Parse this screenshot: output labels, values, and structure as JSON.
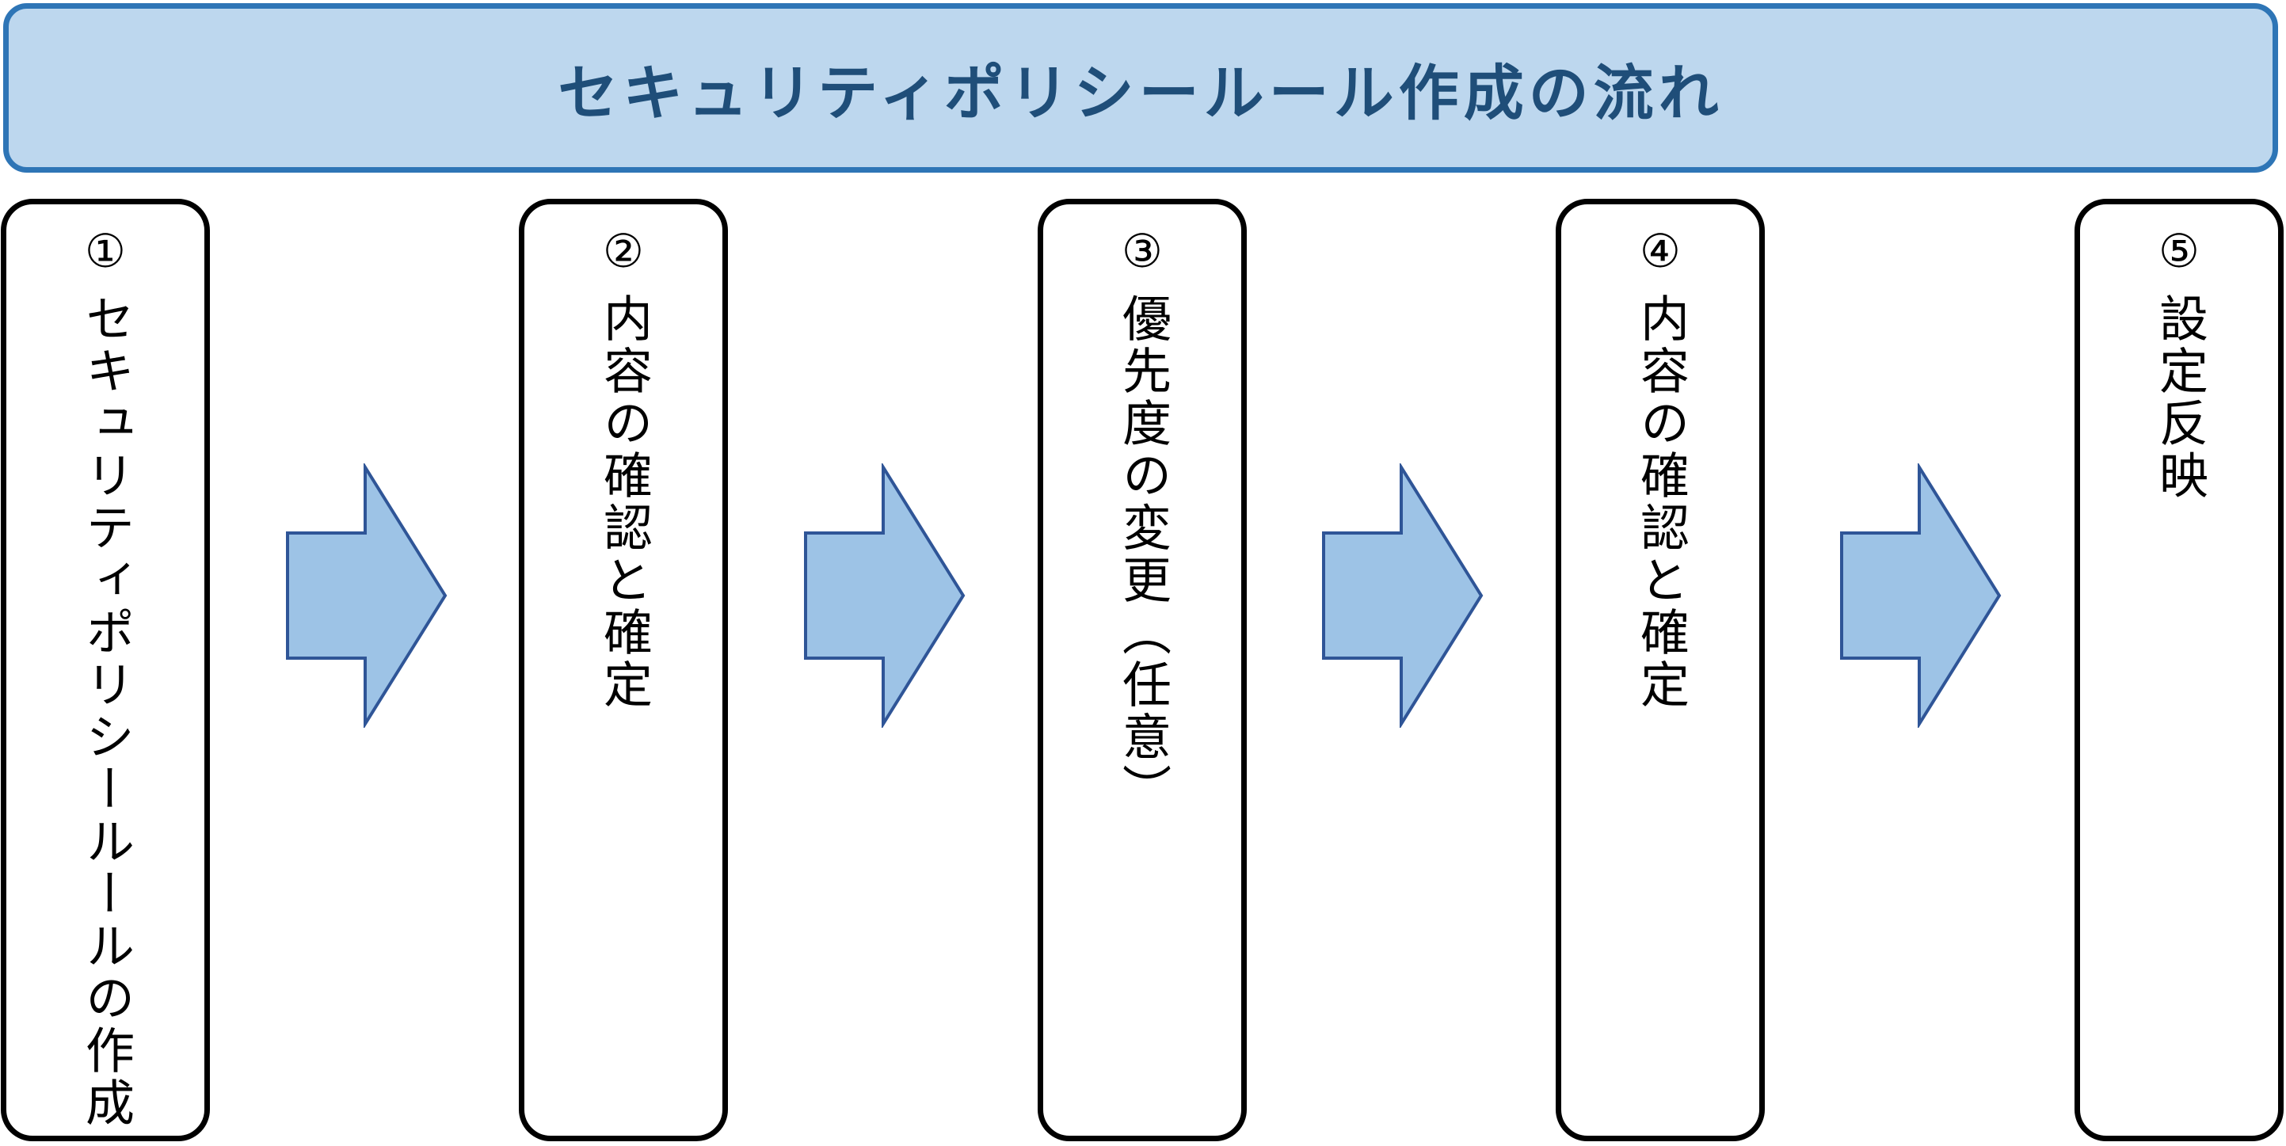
{
  "header": {
    "title": "セキュリティポリシールール作成の流れ"
  },
  "steps": [
    {
      "number": "①",
      "label": "セキュリティポリシールールの作成"
    },
    {
      "number": "②",
      "label": "内容の確認と確定"
    },
    {
      "number": "③",
      "label": "優先度の変更（任意）"
    },
    {
      "number": "④",
      "label": "内容の確認と確定"
    },
    {
      "number": "⑤",
      "label": "設定反映"
    }
  ],
  "colors": {
    "header_fill": "#bdd7ee",
    "header_border": "#2e75b6",
    "header_text": "#1f4e79",
    "arrow_fill": "#9dc3e6",
    "arrow_border": "#2f5597",
    "step_border": "#000000"
  }
}
